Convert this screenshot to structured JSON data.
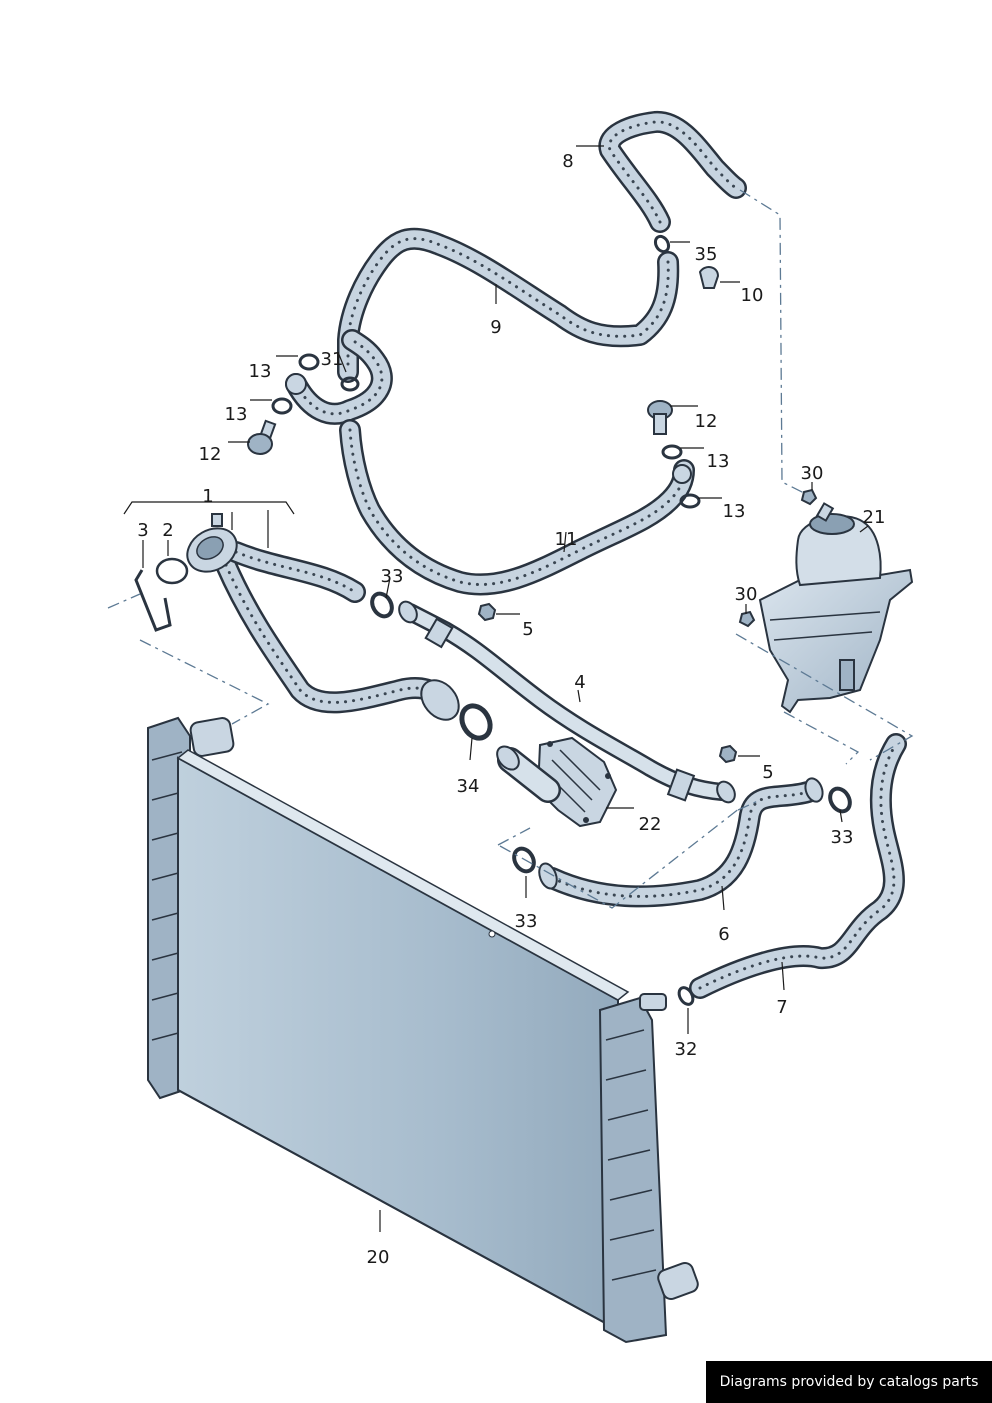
{
  "labels": {
    "p1": "1",
    "p2": "2",
    "p3": "3",
    "p4": "4",
    "p5a": "5",
    "p5b": "5",
    "p6": "6",
    "p7": "7",
    "p8": "8",
    "p9": "9",
    "p10": "10",
    "p11": "11",
    "p12a": "12",
    "p12b": "12",
    "p13a": "13",
    "p13b": "13",
    "p13c": "13",
    "p13d": "13",
    "p20": "20",
    "p21": "21",
    "p22": "22",
    "p30a": "30",
    "p30b": "30",
    "p31": "31",
    "p32": "32",
    "p33a": "33",
    "p33b": "33",
    "p33c": "33",
    "p34": "34",
    "p35": "35"
  },
  "footer": {
    "credit": "Diagrams provided by catalogs parts"
  },
  "colors": {
    "part_fill": "#c9d6e2",
    "outline": "#2a3440",
    "radiator": "#a7bccd",
    "footer_bg": "#000000"
  }
}
